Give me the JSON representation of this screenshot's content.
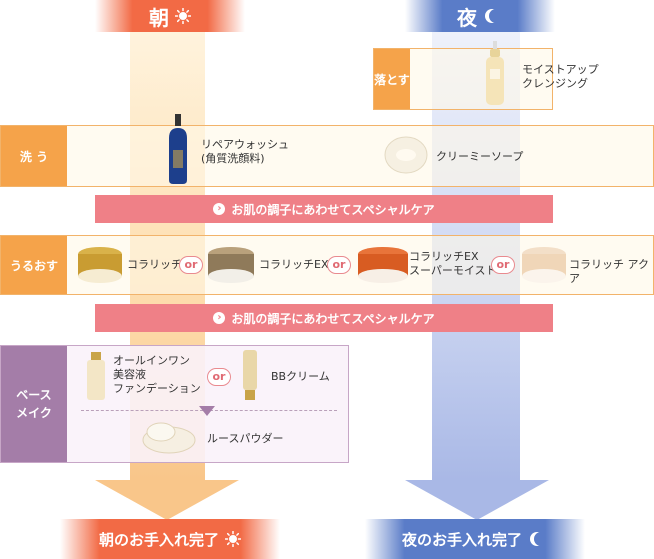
{
  "headers": {
    "morning": "朝",
    "night": "夜"
  },
  "rows": {
    "remove": {
      "label": "落とす",
      "product": "モイストアップ\nクレンジング"
    },
    "wash": {
      "label": "洗 う",
      "product1": "リペアウォッシュ\n(角質洗顔料)",
      "product2": "クリーミーソープ"
    },
    "moisturize": {
      "label": "うるおす",
      "products": [
        "コラリッチ",
        "コラリッチEX",
        "コラリッチEX\nスーパーモイスト",
        "コラリッチ アクア"
      ],
      "or": "or"
    }
  },
  "special_care": "お肌の調子にあわせてスペシャルケア",
  "base_make": {
    "label": "ベース\nメイク",
    "product1": "オールインワン\n美容液\nファンデーション",
    "or": "or",
    "product2": "BBクリーム",
    "product3": "ルースパウダー"
  },
  "complete": {
    "morning": "朝のお手入れ完了",
    "night": "夜のお手入れ完了"
  },
  "colors": {
    "morning": "#f26a45",
    "night": "#5a7cc8",
    "row_label": "#f5a34a",
    "care_bar": "#ef8087",
    "base_label": "#a47da8"
  },
  "icons": {
    "sun": "sun-icon",
    "moon": "moon-icon",
    "arrow": "arrow-circle-icon"
  }
}
